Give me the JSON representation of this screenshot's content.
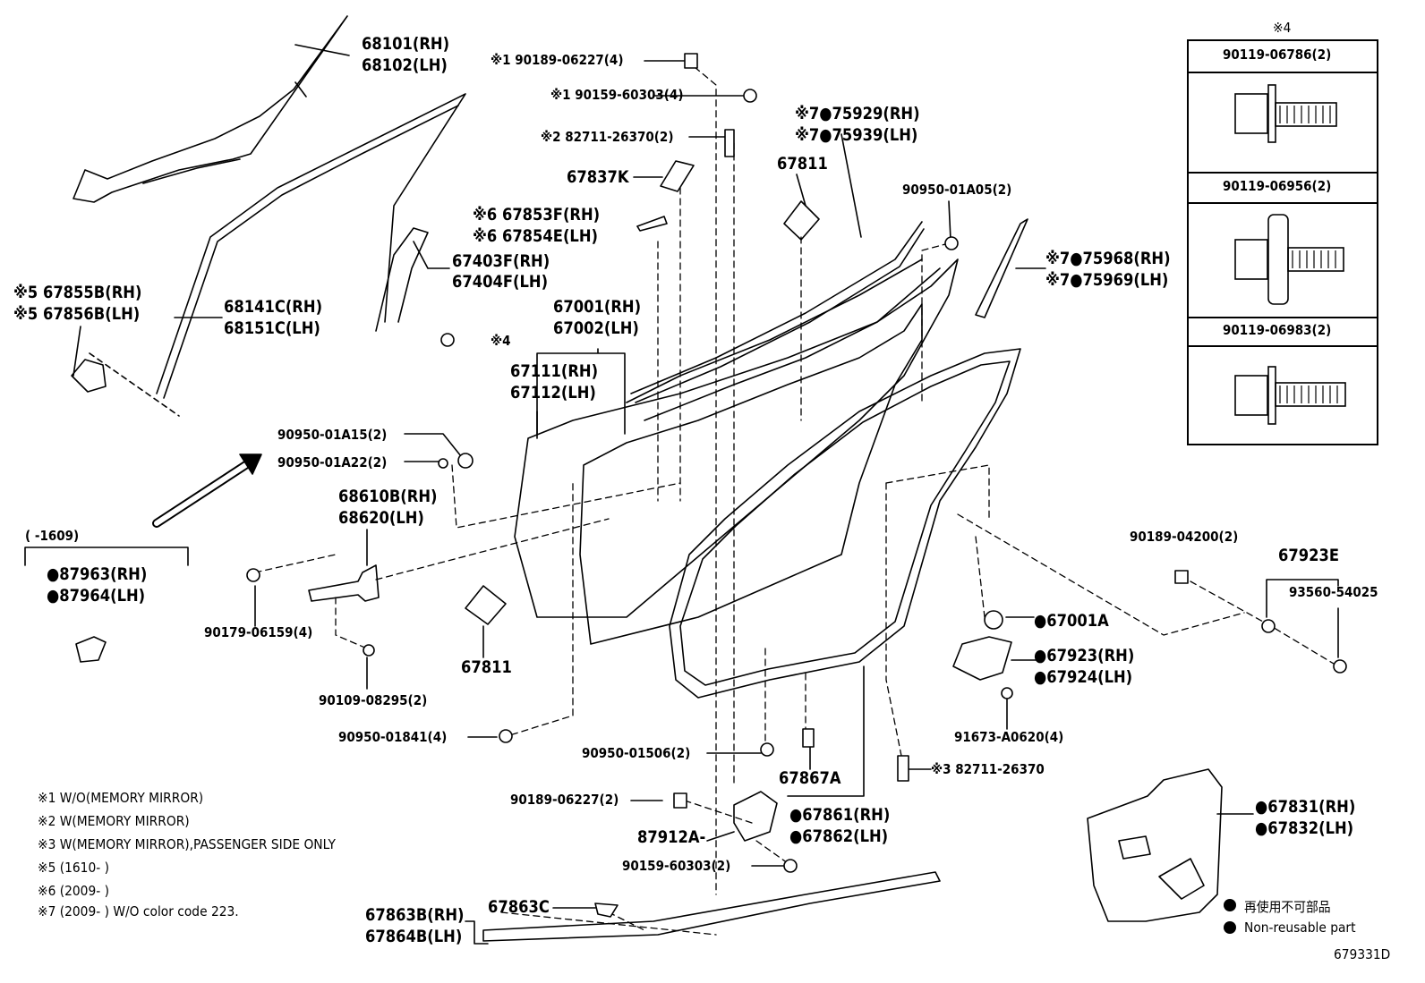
{
  "labels": {
    "p68101": "68101(RH)",
    "p68102": "68102(LH)",
    "p67855b": "※5 67855B(RH)",
    "p67856b": "※5 67856B(LH)",
    "p68141c": "68141C(RH)",
    "p68151c": "68151C(LH)",
    "p90189_top": "※1 90189-06227(4)",
    "p90159_top": "※1 90159-60303(4)",
    "p82711_top": "※2 82711-26370(2)",
    "p67837k": "67837K",
    "p67853f": "※6 67853F(RH)",
    "p67854e": "※6 67854E(LH)",
    "p67403f": "67403F(RH)",
    "p67404f": "67404F(LH)",
    "p_note4_bolt": "※4",
    "p67001": "67001(RH)",
    "p67002": "67002(LH)",
    "p67111": "67111(RH)",
    "p67112": "67112(LH)",
    "p75929": "※7●75929(RH)",
    "p75939": "※7●75939(LH)",
    "p67811_top": "67811",
    "p90950_01a05": "90950-01A05(2)",
    "p75968": "※7●75968(RH)",
    "p75969": "※7●75969(LH)",
    "p90950_01a15": "90950-01A15(2)",
    "p90950_01a22": "90950-01A22(2)",
    "p68610b": "68610B(RH)",
    "p68620": "68620(LH)",
    "p_range1609": "(      -1609)",
    "p87963": "●87963(RH)",
    "p87964": "●87964(LH)",
    "p90179": "90179-06159(4)",
    "p90109": "90109-08295(2)",
    "p67811_bottom": "67811",
    "p90950_01841": "90950-01841(4)",
    "p90950_01506": "90950-01506(2)",
    "p67867a": "67867A",
    "p90189_bottom": "90189-06227(2)",
    "p87912a": "87912A-",
    "p90159_bottom": "90159-60303(2)",
    "p67861": "●67861(RH)",
    "p67862": "●67862(LH)",
    "p82711_bottom": "※3 82711-26370",
    "p67001a": "●67001A",
    "p67923": "●67923(RH)",
    "p67924": "●67924(LH)",
    "p91673": "91673-A0620(4)",
    "p90189_04200": "90189-04200(2)",
    "p67923e": "67923E",
    "p93560": "93560-54025",
    "p67831": "●67831(RH)",
    "p67832": "●67832(LH)",
    "p67863b": "67863B(RH)",
    "p67864b": "67864B(LH)",
    "p67863c": "67863C"
  },
  "notes": [
    "※1 W/O(MEMORY MIRROR)",
    "※2 W(MEMORY MIRROR)",
    "※3 W(MEMORY MIRROR),PASSENGER SIDE ONLY",
    "※5 (1610-        )",
    "※6 (2009-        )",
    "※7 (2009-        ) W/O color code 223."
  ],
  "legend": {
    "jp": "再使用不可部品",
    "en": "Non-reusable part"
  },
  "bolt_table": {
    "title": "※4",
    "rows": [
      "90119-06786(2)",
      "90119-06956(2)",
      "90119-06983(2)"
    ]
  },
  "figure_id": "679331D"
}
